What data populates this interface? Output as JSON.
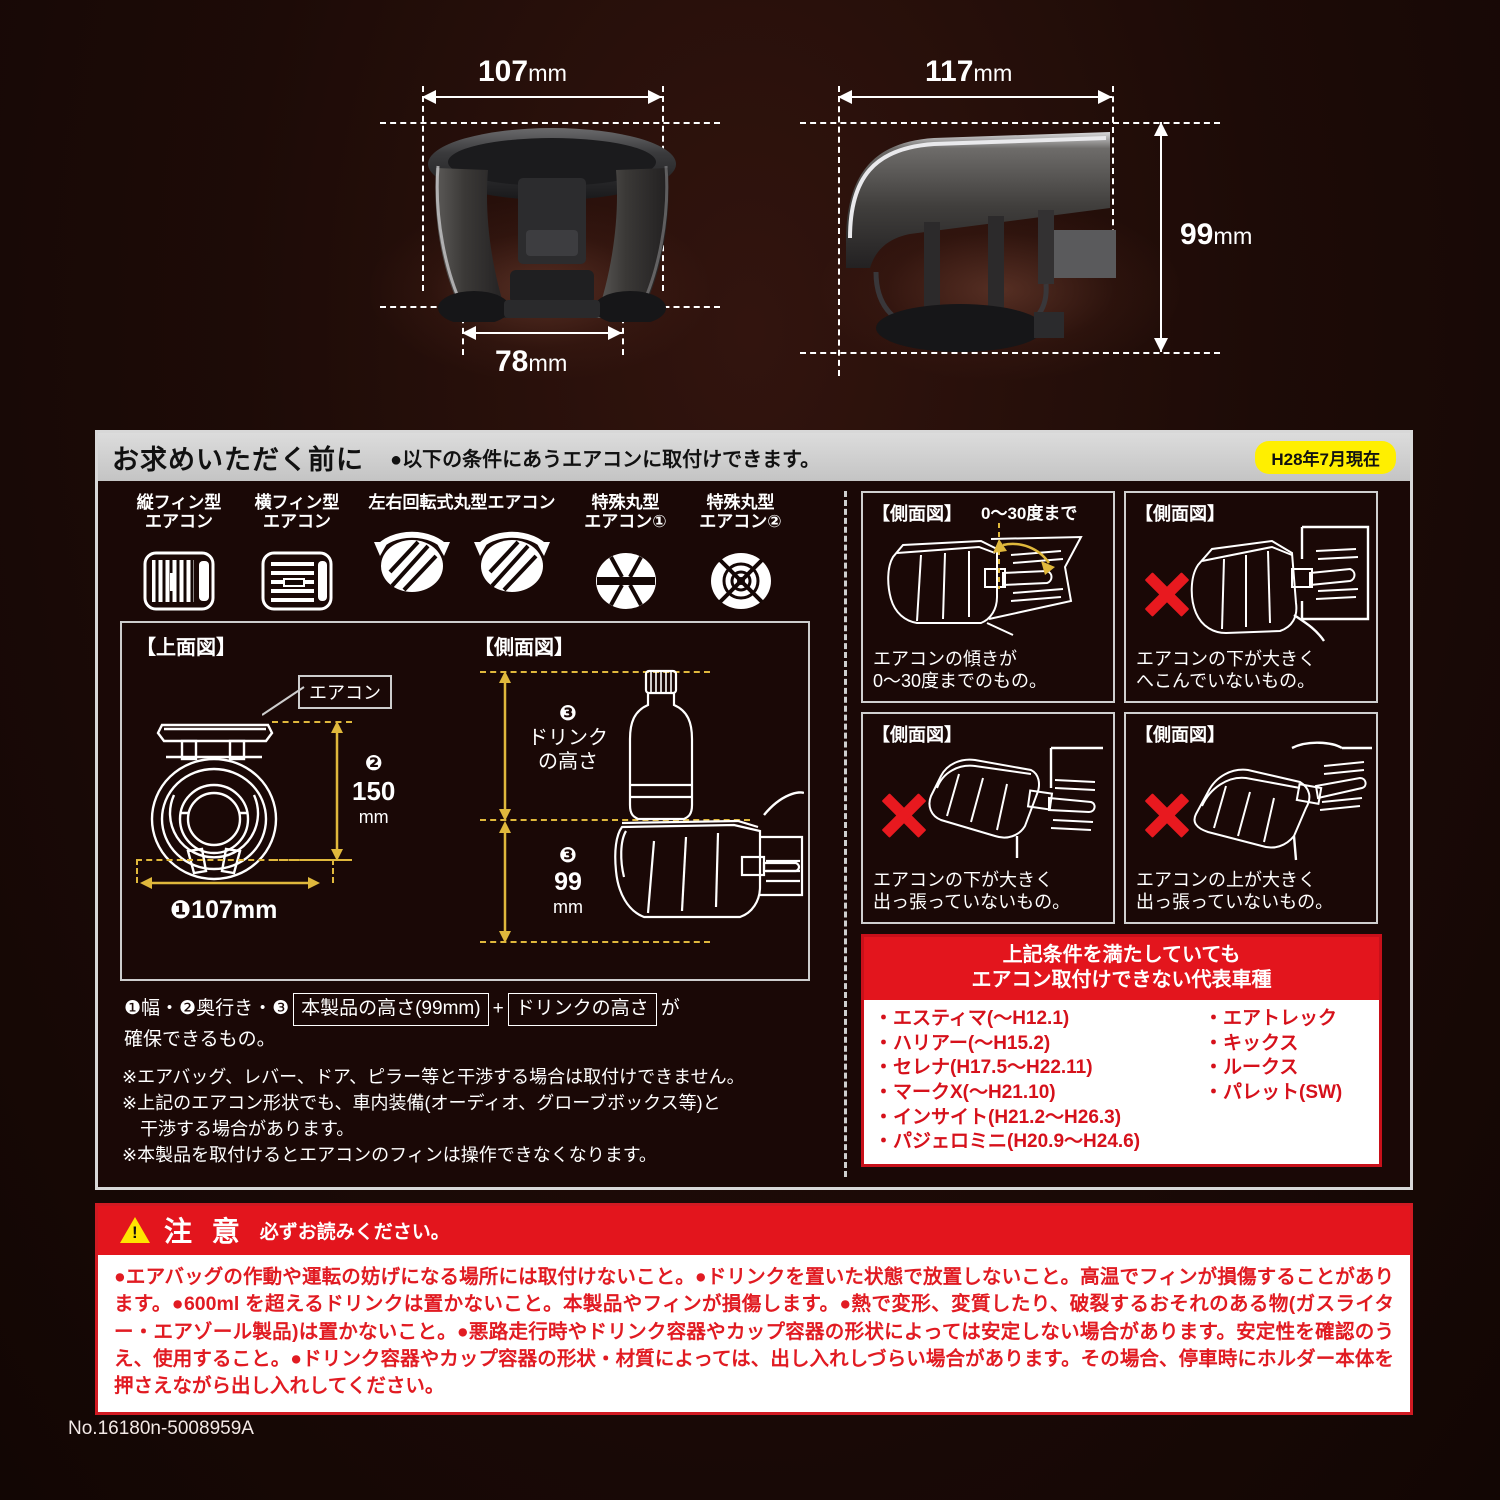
{
  "product_dims": {
    "front": {
      "width": "107",
      "base_width": "78",
      "unit": "mm"
    },
    "side": {
      "depth": "117",
      "height": "99",
      "unit": "mm"
    }
  },
  "panel": {
    "title": "お求めいただく前に",
    "subtitle": "●以下の条件にあうエアコンに取付けできます。",
    "date_badge": "H28年7月現在",
    "aircon_types": [
      {
        "label": "縦フィン型\nエアコン",
        "icon": "vertical-fin-vent"
      },
      {
        "label": "横フィン型\nエアコン",
        "icon": "horizontal-fin-vent"
      },
      {
        "label": "左右回転式丸型エアコン",
        "icon": "rotating-round-vent-pair"
      },
      {
        "label": "特殊丸型\nエアコン①",
        "icon": "special-round-vent-1"
      },
      {
        "label": "特殊丸型\nエアコン②",
        "icon": "special-round-vent-2"
      }
    ],
    "top_view": {
      "title": "【上面図】",
      "callout": "エアコン",
      "depth_num": "❷",
      "depth_value": "150",
      "depth_unit": "mm",
      "width_num": "❶",
      "width_value": "107mm"
    },
    "side_view": {
      "title": "【側面図】",
      "drink_num": "❸",
      "drink_label": "ドリンク\nの高さ",
      "product_num": "❸",
      "product_value": "99",
      "product_unit": "mm"
    },
    "formula": {
      "p1": "❶幅・❷奥行き・❸",
      "box1": "本製品の高さ(99mm)",
      "plus": "+",
      "box2": "ドリンクの高さ",
      "p2": "が",
      "line2": "確保できるもの。"
    },
    "notes": [
      "※エアバッグ、レバー、ドア、ピラー等と干渉する場合は取付けできません。",
      "※上記のエアコン形状でも、車内装備(オーディオ、グローブボックス等)と",
      "　干渉する場合があります。",
      "※本製品を取付けるとエアコンのフィンは操作できなくなります。"
    ],
    "cards": [
      {
        "title": "【側面図】",
        "angle_label": "0～30度まで",
        "text": "エアコンの傾きが\n0～30度までのもの。",
        "mark": "ok"
      },
      {
        "title": "【側面図】",
        "text": "エアコンの下が大きく\nへこんでいないもの。",
        "mark": "x"
      },
      {
        "title": "【側面図】",
        "text": "エアコンの下が大きく\n出っ張っていないもの。",
        "mark": "x"
      },
      {
        "title": "【側面図】",
        "text": "エアコンの上が大きく\n出っ張っていないもの。",
        "mark": "x"
      }
    ],
    "exclusions": {
      "heading_line1": "上記条件を満たしていても",
      "heading_line2": "エアコン取付けできない代表車種",
      "col1": [
        "・エスティマ(～H12.1)",
        "・ハリアー(～H15.2)",
        "・セレナ(H17.5～H22.11)",
        "・マークX(～H21.10)",
        "・インサイト(H21.2～H26.3)",
        "・パジェロミニ(H20.9～H24.6)"
      ],
      "col2": [
        "・エアトレック",
        "・キックス",
        "・ルークス",
        "・パレット(SW)"
      ]
    }
  },
  "caution": {
    "title": "注 意",
    "subtitle": "必ずお読みください。",
    "body": "●エアバッグの作動や運転の妨げになる場所には取付けないこと。●ドリンクを置いた状態で放置しないこと。高温でフィンが損傷することがあります。●600ml を超えるドリンクは置かないこと。本製品やフィンが損傷します。●熱で変形、変質したり、破裂するおそれのある物(ガスライター・エアゾール製品)は置かないこと。●悪路走行時やドリンク容器やカップ容器の形状によっては安定しない場合があります。安定性を確認のうえ、使用すること。●ドリンク容器やカップ容器の形状・材質によっては、出し入れしづらい場合があります。その場合、停車時にホルダー本体を押さえながら出し入れしてください。"
  },
  "part_number": "No.16180n-5008959A",
  "colors": {
    "background": "#1a0806",
    "panel_border": "#d8d8d8",
    "header_bg": "#cccccc",
    "badge_yellow": "#ffef00",
    "red": "#e3151d",
    "dim_yellow": "#e0b83c"
  }
}
